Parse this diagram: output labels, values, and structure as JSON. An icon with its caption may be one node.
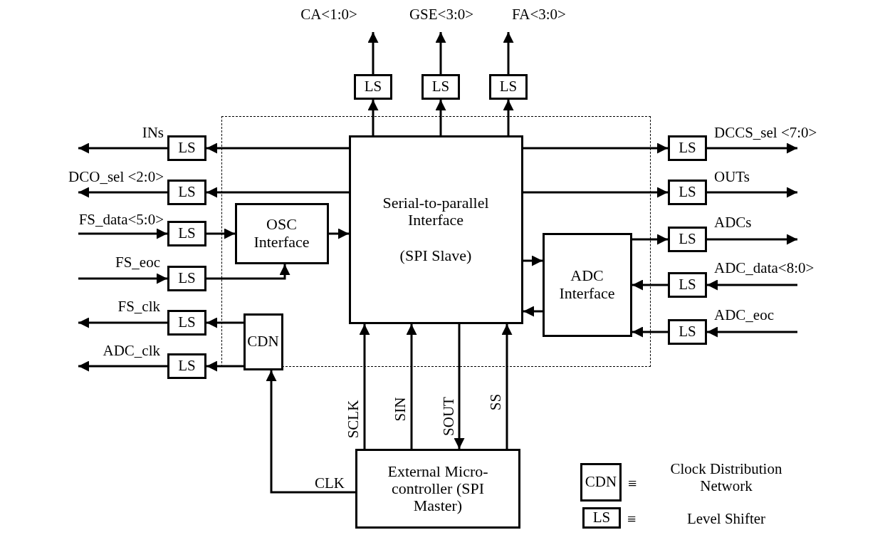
{
  "diagram": {
    "nodes": [
      {
        "text": [],
        "shape": "box"
      },
      {
        "text": [
          "Serial-to-parallel Interface",
          "(SPI Slave)"
        ],
        "in": 0
      },
      {
        "text": [
          "OSC Interface"
        ],
        "in": 0
      },
      {
        "text": [
          "ADC Interface"
        ],
        "in": 0
      },
      {
        "text": [
          "CDN"
        ],
        "in": 0
      },
      {
        "text": [
          "External Micro-controller (SPI Master)"
        ]
      },
      {
        "text": [
          "LS"
        ]
      },
      {
        "text": [
          "LS"
        ]
      },
      {
        "text": [
          "LS"
        ]
      },
      {
        "text": [
          "LS"
        ]
      },
      {
        "text": [
          "LS"
        ]
      },
      {
        "text": [
          "LS"
        ]
      },
      {
        "text": [
          "LS"
        ]
      },
      {
        "text": [
          "LS"
        ]
      },
      {
        "text": [
          "LS"
        ]
      },
      {
        "text": [
          "LS"
        ]
      },
      {
        "text": [
          "LS"
        ]
      },
      {
        "text": [
          "LS"
        ]
      },
      {
        "text": [
          "LS"
        ]
      },
      {
        "text": [
          "LS"
        ]
      },
      {
        "text": [
          "CDN"
        ],
        "beside": [
          "≡"
        ]
      },
      {
        "text": [
          "LS"
        ],
        "beside": [
          "≡"
        ]
      }
    ],
    "edges": [
      {
        "from": 1,
        "to": 6,
        "arrow": "to"
      },
      {
        "from": 6,
        "to": null,
        "arrow": "to",
        "label": "CA<1:0>"
      },
      {
        "from": 1,
        "to": 7,
        "arrow": "to"
      },
      {
        "from": 7,
        "to": null,
        "arrow": "to",
        "label": "GSE<3:0>"
      },
      {
        "from": 1,
        "to": 8,
        "arrow": "to"
      },
      {
        "from": 8,
        "to": null,
        "arrow": "to",
        "label": "FA<3:0>"
      },
      {
        "from": 1,
        "to": 9,
        "arrow": "to"
      },
      {
        "from": 9,
        "to": null,
        "arrow": "to",
        "label": "INs"
      },
      {
        "from": 1,
        "to": 10,
        "arrow": "to"
      },
      {
        "from": 10,
        "to": null,
        "arrow": "to",
        "label": "DCO_sel <2:0>"
      },
      {
        "from": null,
        "to": 11,
        "arrow": "to",
        "label": "FS_data<5:0>"
      },
      {
        "from": 11,
        "to": 2,
        "arrow": "to"
      },
      {
        "from": null,
        "to": 12,
        "arrow": "to",
        "label": "FS_eoc"
      },
      {
        "from": 12,
        "to": 2,
        "arrow": "to"
      },
      {
        "from": 2,
        "to": 1,
        "arrow": "to"
      },
      {
        "from": 4,
        "to": 13,
        "arrow": "to"
      },
      {
        "from": 13,
        "to": null,
        "arrow": "to",
        "label": "FS_clk"
      },
      {
        "from": 4,
        "to": 14,
        "arrow": "to"
      },
      {
        "from": 14,
        "to": null,
        "arrow": "to",
        "label": "ADC_clk"
      },
      {
        "from": 1,
        "to": 15,
        "arrow": "to"
      },
      {
        "from": 15,
        "to": null,
        "arrow": "to",
        "label": "DCCS_sel <7:0>"
      },
      {
        "from": 1,
        "to": 16,
        "arrow": "to"
      },
      {
        "from": 16,
        "to": null,
        "arrow": "to",
        "label": "OUTs"
      },
      {
        "from": 3,
        "to": 17,
        "arrow": "to"
      },
      {
        "from": 17,
        "to": null,
        "arrow": "to",
        "label": "ADCs"
      },
      {
        "from": null,
        "to": 18,
        "arrow": "to",
        "label": "ADC_data<8:0>"
      },
      {
        "from": 18,
        "to": 3,
        "arrow": "to"
      },
      {
        "from": null,
        "to": 19,
        "arrow": "to",
        "label": "ADC_eoc"
      },
      {
        "from": 19,
        "to": 3,
        "arrow": "to"
      },
      {
        "from": 1,
        "to": 3,
        "arrow": "to"
      },
      {
        "from": 3,
        "to": 1,
        "arrow": "to"
      },
      {
        "from": 5,
        "to": 1,
        "arrow": "to",
        "label": "SCLK"
      },
      {
        "from": 5,
        "to": 1,
        "arrow": "to",
        "label": "SIN"
      },
      {
        "from": 1,
        "to": 5,
        "arrow": "to",
        "label": "SOUT"
      },
      {
        "from": 5,
        "to": 1,
        "arrow": "to",
        "label": "SS"
      },
      {
        "from": 5,
        "to": 4,
        "arrow": "to",
        "label": "CLK"
      }
    ],
    "legend": [
      {
        "text": "Clock Distribution Network"
      },
      {
        "text": "Level Shifter"
      }
    ]
  }
}
